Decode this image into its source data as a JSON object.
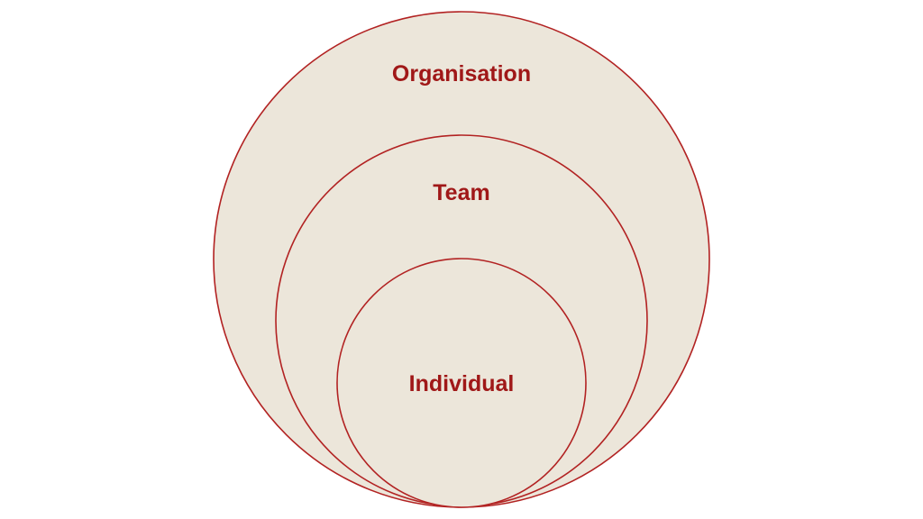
{
  "diagram": {
    "type": "nested-circles",
    "colors": {
      "fill": "#ece6da",
      "stroke": "#b22222",
      "label": "#a01818",
      "background": "#ffffff"
    },
    "levels": [
      {
        "label": "Organisation"
      },
      {
        "label": "Team"
      },
      {
        "label": "Individual"
      }
    ]
  }
}
